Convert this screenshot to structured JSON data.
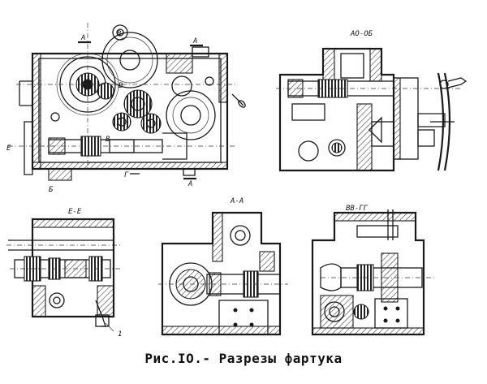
{
  "caption": "Рис.IO.- Разрезы фартука",
  "views": {
    "main": {
      "cut_a_top": "A",
      "cut_b_top": "B",
      "cut_a_right": "A",
      "cut_v": "В",
      "cut_b_mid": "В",
      "cut_e": "Е",
      "cut_b_bottom": "Б",
      "cut_g": "Г",
      "cut_a_bottom": "A"
    },
    "ao_ob": {
      "title": "АО-ОБ"
    },
    "e_e": {
      "title": "Е-Е",
      "callout": "1"
    },
    "a_a": {
      "title": "А-А"
    },
    "vv_gg": {
      "title": "ВВ-ГГ"
    }
  }
}
